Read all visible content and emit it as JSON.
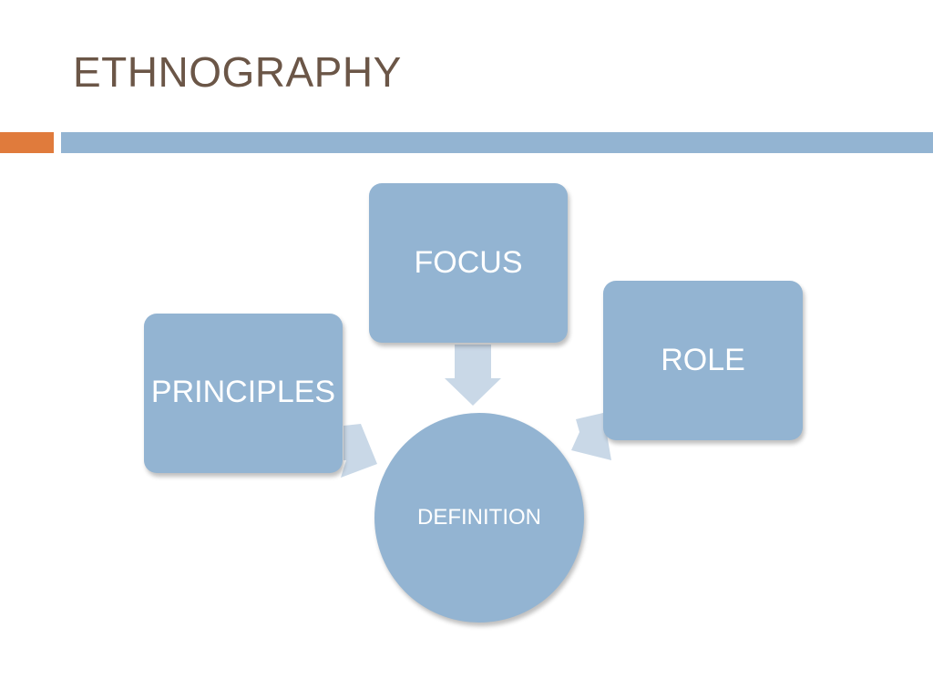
{
  "slide": {
    "title": "ETHNOGRAPHY"
  },
  "colors": {
    "title_text": "#6b5647",
    "accent_bar": "#e07b3c",
    "main_bar": "#93b4d2",
    "node_fill": "#93b4d2",
    "arrow_fill": "#c9d8e7",
    "node_text": "#ffffff"
  },
  "diagram": {
    "nodes": {
      "focus": "FOCUS",
      "role": "ROLE",
      "principles": "PRINCIPLES",
      "definition": "DEFINITION"
    },
    "edges": [
      {
        "from": "FOCUS",
        "to": "DEFINITION"
      },
      {
        "from": "ROLE",
        "to": "DEFINITION"
      },
      {
        "from": "PRINCIPLES",
        "to": "DEFINITION"
      }
    ]
  }
}
